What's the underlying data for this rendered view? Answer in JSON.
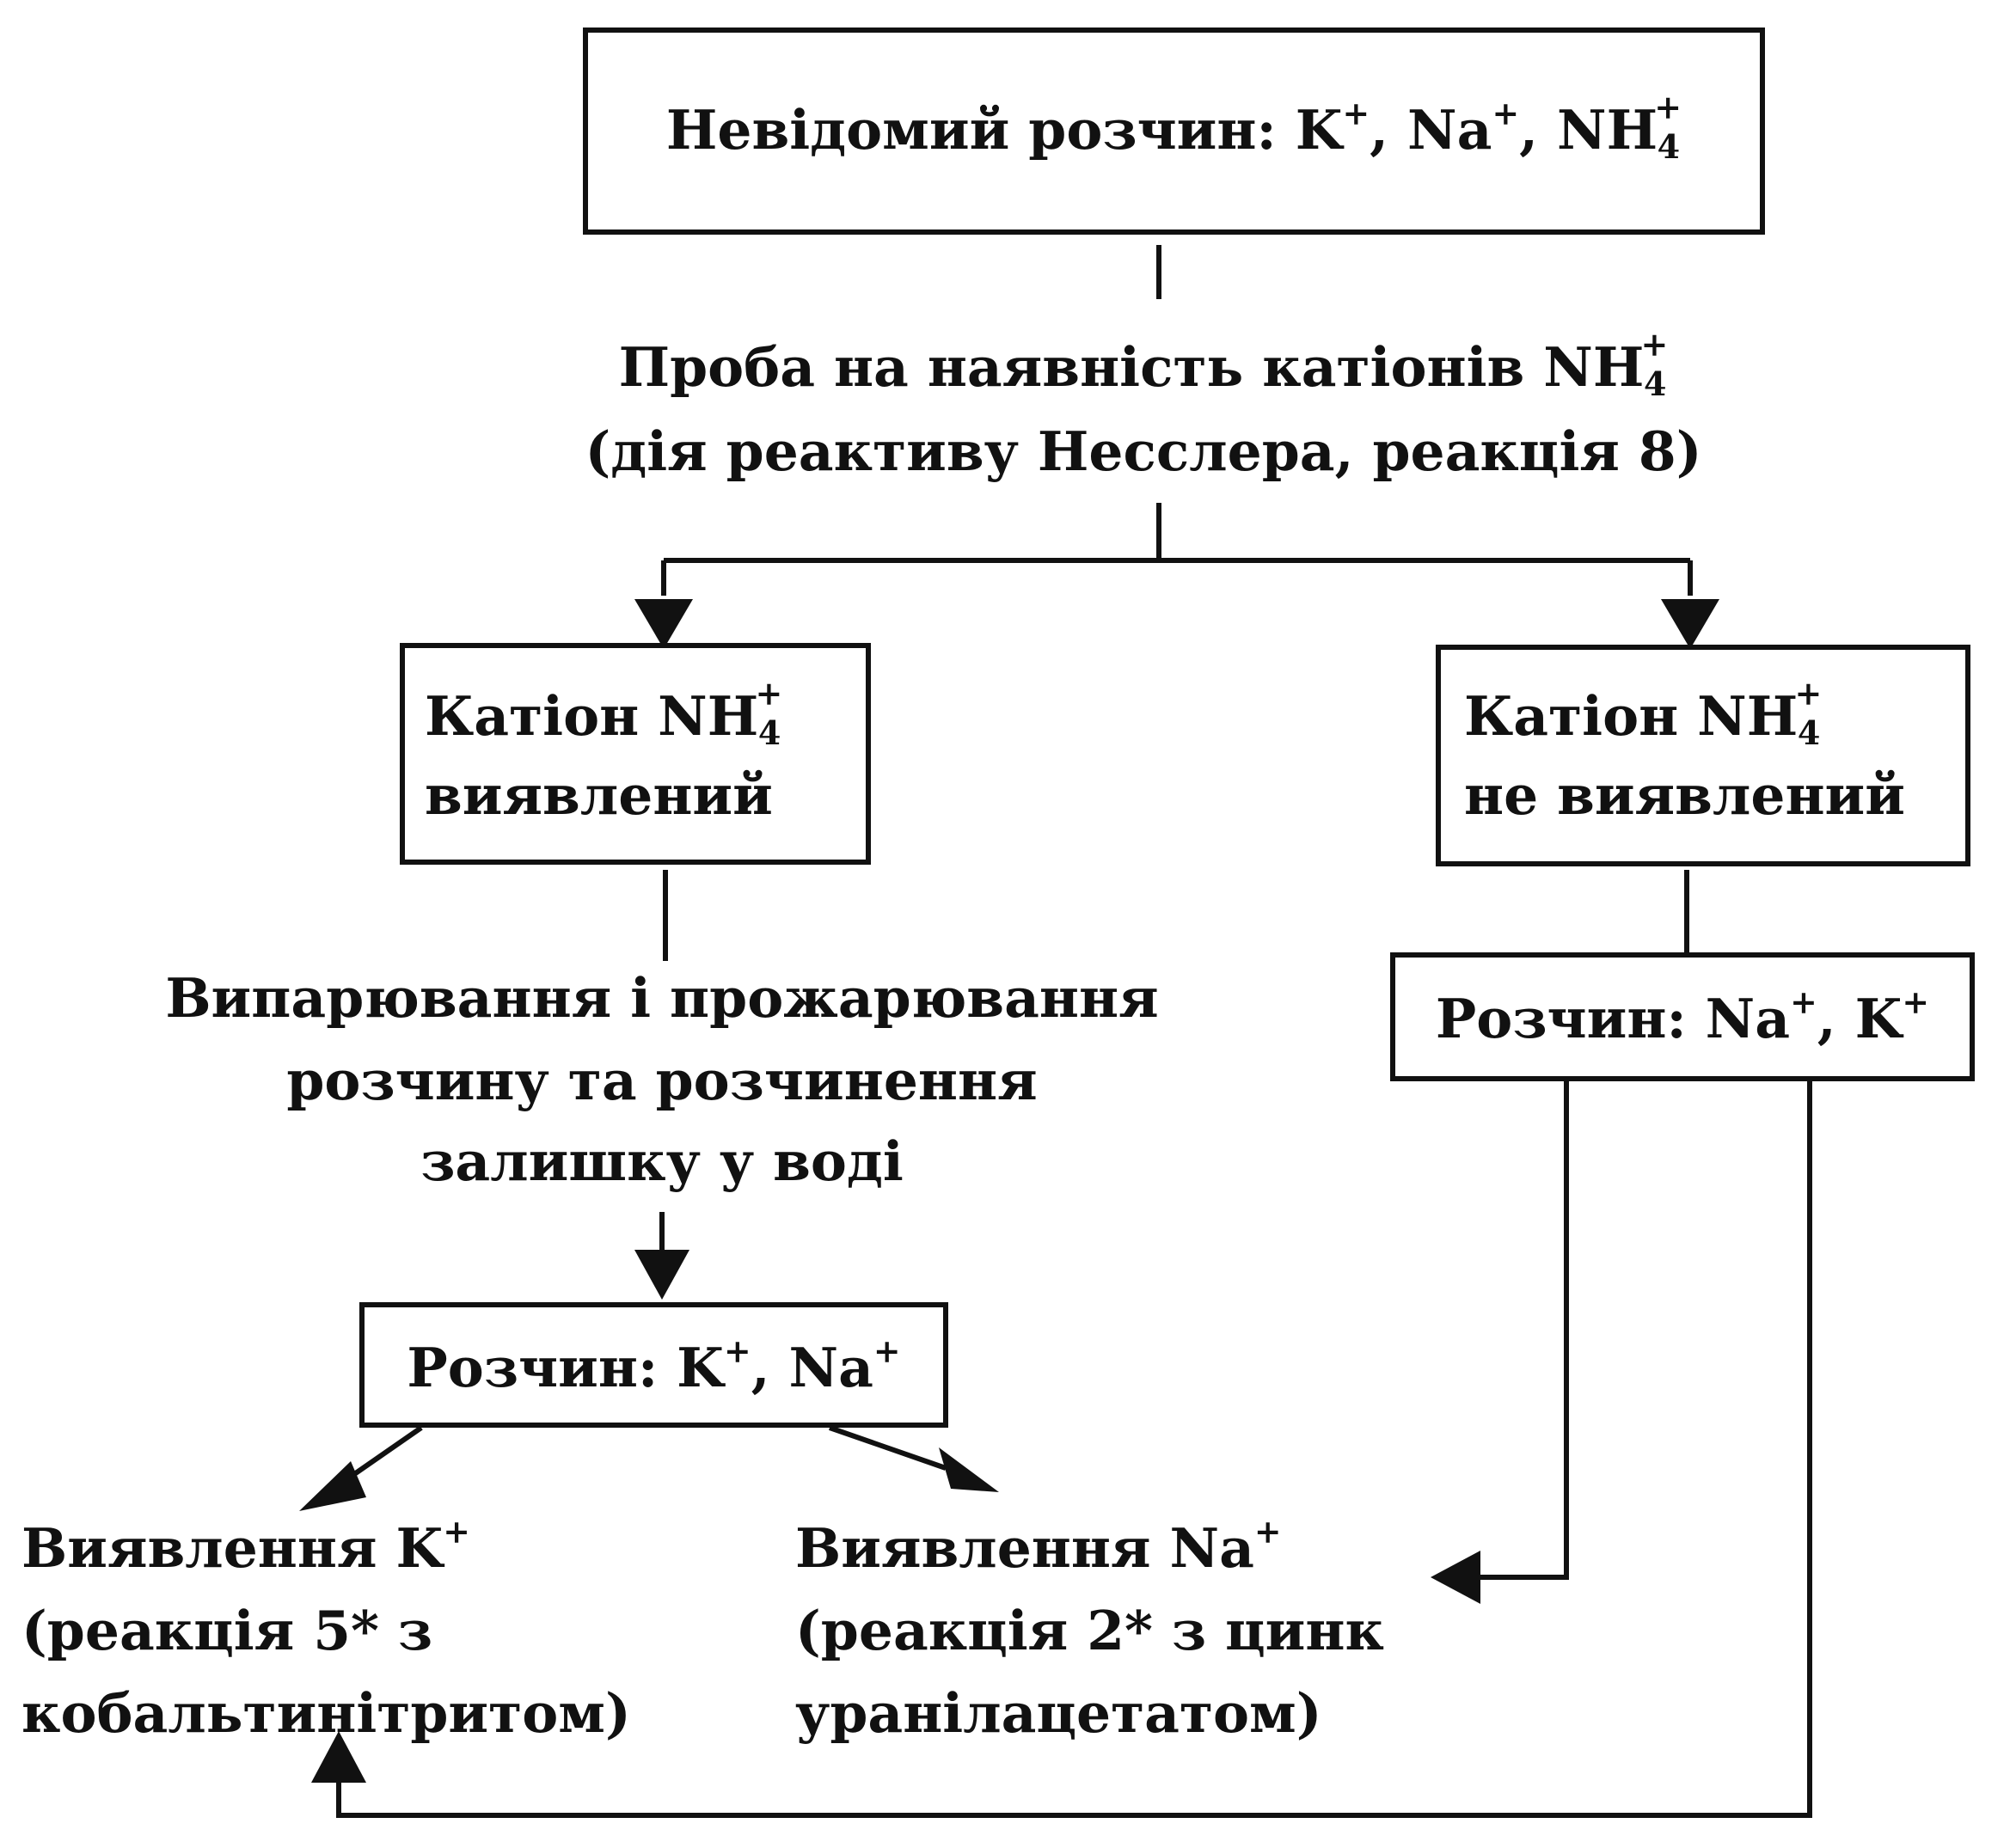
{
  "nodes": {
    "unknown_solution": {
      "text": "Невідомий розчин:",
      "k": "K",
      "na": "Na",
      "nh": "NH",
      "sub": "4",
      "plus": "+"
    },
    "nh4_test": {
      "line1": "Проба на наявність катіонів",
      "nh": "NH",
      "sub": "4",
      "plus": "+",
      "line2": "(дія реактиву  Несслера, реакція 8)"
    },
    "nh4_detected": {
      "prefix": "Катіон",
      "nh": "NH",
      "sub": "4",
      "plus": "+",
      "line2": "виявлений"
    },
    "nh4_not_detected": {
      "prefix": "Катіон",
      "nh": "NH",
      "sub": "4",
      "plus": "+",
      "line2": "не виявлений"
    },
    "evaporation": {
      "lines": [
        "Випарювання і прожарювання",
        "розчину та розчинення",
        "залишку у воді"
      ]
    },
    "solution_left": {
      "text": "Розчин:",
      "k": "K",
      "na": "Na",
      "plus": "+"
    },
    "solution_right": {
      "text": "Розчин:",
      "na": "Na",
      "k": "K",
      "plus": "+"
    },
    "k_detection": {
      "title": "Виявлення",
      "ion": "K",
      "plus": "+",
      "lines": [
        "(реакція 5* з",
        "кобальтинітритом)"
      ]
    },
    "na_detection": {
      "title": "Виявлення",
      "ion": "Na",
      "plus": "+",
      "lines": [
        "(реакція 2* з цинк",
        "уранілацетатом)"
      ]
    }
  },
  "colors": {
    "ink": "#111111",
    "background": "#ffffff"
  }
}
